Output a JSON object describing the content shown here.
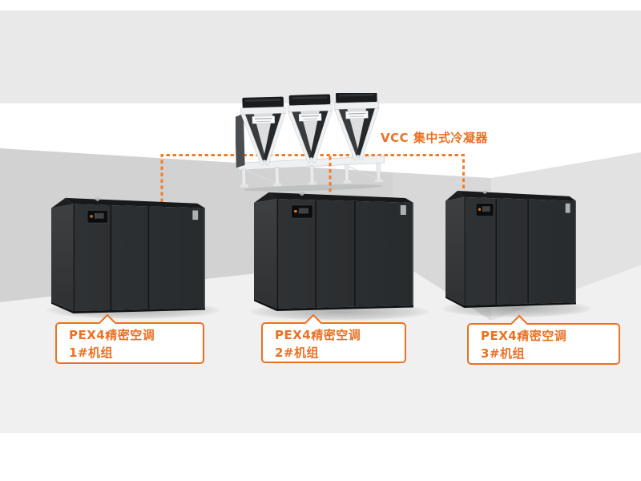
{
  "colors": {
    "accent_orange": "#ea7124",
    "dash_orange": "#f07d2c",
    "wall_gray": "#d6d6d6",
    "floor_gray": "#f0f0f0",
    "unit_body": "#2c2e30"
  },
  "condenser": {
    "label": "VCC 集中式冷凝器"
  },
  "units": [
    {
      "line1": "PEX4精密空调",
      "line2": "1#机组"
    },
    {
      "line1": "PEX4精密空调",
      "line2": "2#机组"
    },
    {
      "line1": "PEX4精密空调",
      "line2": "3#机组"
    }
  ]
}
